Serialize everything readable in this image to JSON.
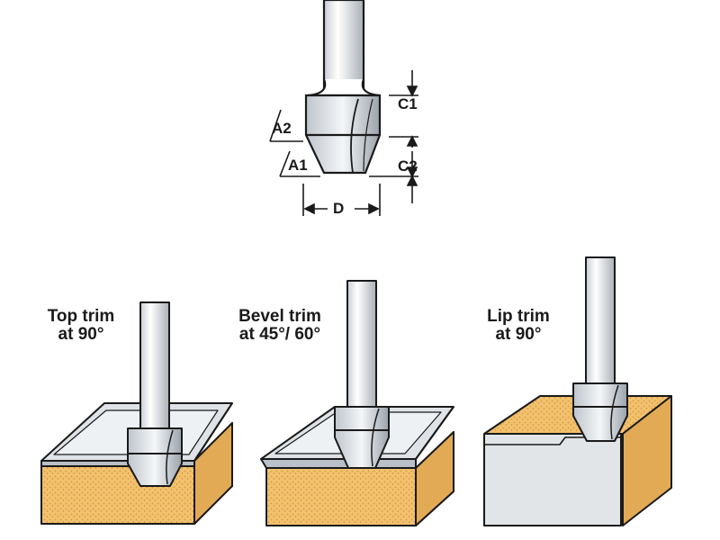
{
  "dimensions": {
    "a1": "A1",
    "a2": "A2",
    "c1": "C1",
    "c2": "C2",
    "d": "D"
  },
  "panels": [
    {
      "line1": "Top trim",
      "line2": "at 90°"
    },
    {
      "line1": "Bevel trim",
      "line2": "at 45°/ 60°"
    },
    {
      "line1": "Lip trim",
      "line2": "at 90°"
    }
  ],
  "colors": {
    "wood": "#f2c16e",
    "wood_dark": "#d9993f",
    "laminate": "#cfd4d9",
    "steel": "#e9ecef",
    "steel_shade": "#9aa2aa",
    "outline": "#1a1a1a"
  },
  "icons": [
    "router-bit-icon",
    "workpiece-icon"
  ]
}
